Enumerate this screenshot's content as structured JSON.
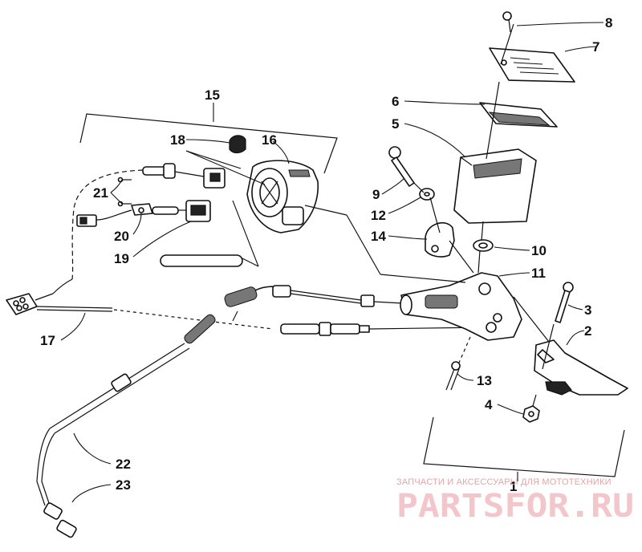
{
  "callouts": [
    "1",
    "2",
    "3",
    "4",
    "5",
    "6",
    "7",
    "8",
    "9",
    "10",
    "11",
    "12",
    "13",
    "14",
    "15",
    "16",
    "17",
    "18",
    "19",
    "20",
    "21",
    "22",
    "23"
  ],
  "watermark": {
    "tagline": "ЗАПЧАСТИ И АКСЕССУАРЫ ДЛЯ МОТОТЕХНИКИ",
    "brand": "PARTSFOR.RU"
  },
  "colors": {
    "ink": "#111111",
    "watermark": "#e6a3a8",
    "background": "#ffffff"
  }
}
